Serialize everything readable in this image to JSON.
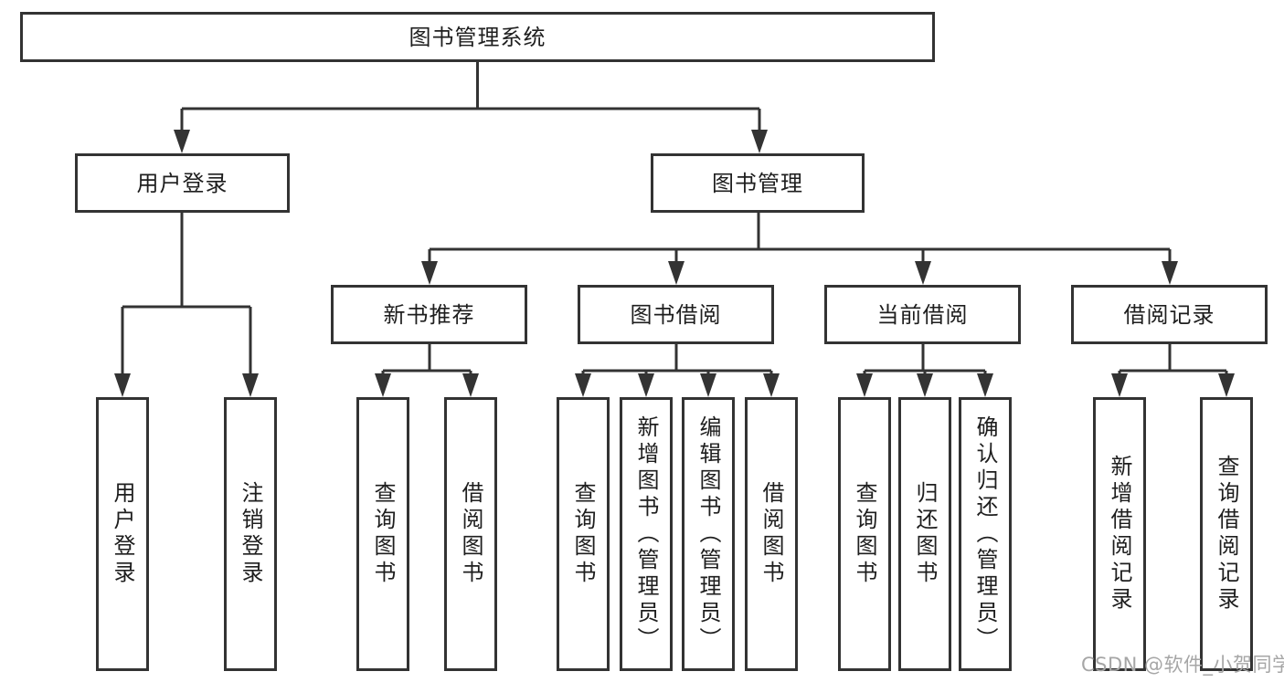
{
  "tree": {
    "root": {
      "label": "图书管理系统"
    },
    "branches": [
      {
        "label": "用户登录",
        "children": [
          {
            "label": "用户登录"
          },
          {
            "label": "注销登录"
          }
        ]
      },
      {
        "label": "图书管理",
        "sections": [
          {
            "label": "新书推荐",
            "children": [
              {
                "label": "查询图书"
              },
              {
                "label": "借阅图书"
              }
            ]
          },
          {
            "label": "图书借阅",
            "children": [
              {
                "label": "查询图书"
              },
              {
                "label": "新增图书（管理员）"
              },
              {
                "label": "编辑图书（管理员）"
              },
              {
                "label": "借阅图书"
              }
            ]
          },
          {
            "label": "当前借阅",
            "children": [
              {
                "label": "查询图书"
              },
              {
                "label": "归还图书"
              },
              {
                "label": "确认归还（管理员）"
              }
            ]
          },
          {
            "label": "借阅记录",
            "children": [
              {
                "label": "新增借阅记录"
              },
              {
                "label": "查询借阅记录"
              }
            ]
          }
        ]
      }
    ]
  },
  "watermark": {
    "text": "CSDN @软件_小贺同学"
  },
  "colors": {
    "line": "#333333",
    "text": "#1e1e1e",
    "watermark": "#a6a6a6",
    "background": "#ffffff"
  }
}
